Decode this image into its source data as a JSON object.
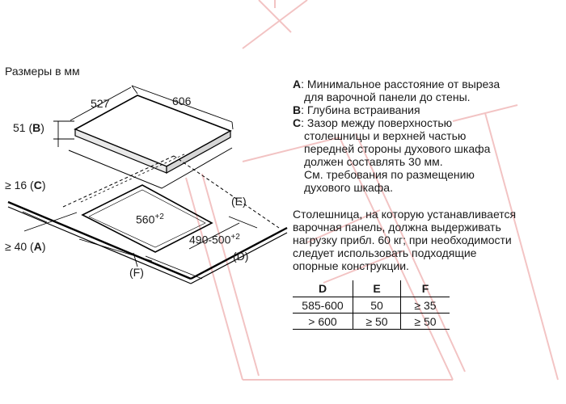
{
  "watermark_color": "#f0b5b5",
  "units_label": "Размеры в мм",
  "dims": {
    "width": "606",
    "depth": "527",
    "thickness_label": "51 (",
    "thickness_letter": "B",
    "thickness_close": ")",
    "gap_c_label": "≥ 16 (",
    "gap_c_letter": "C",
    "gap_c_close": ")",
    "gap_a_label": "≥ 40 (",
    "gap_a_letter": "A",
    "gap_a_close": ")",
    "cutout_width_main": "560",
    "cutout_width_sup": "+2",
    "cutout_depth_main": "490-500",
    "cutout_depth_sup": "+2",
    "e_label": "(E)",
    "f_label": "(F)",
    "d_label": "(D)"
  },
  "legend": [
    {
      "key": "A",
      "lines": [
        "Минимальное расстояние от выреза",
        "для варочной панели до стены."
      ]
    },
    {
      "key": "B",
      "lines": [
        "Глубина встраивания"
      ]
    },
    {
      "key": "C",
      "lines": [
        "Зазор между поверхностью",
        "столешницы и верхней частью",
        "передней стороны духового шкафа",
        "должен составлять 30 мм.",
        "См. требования по размещению",
        "духового шкафа."
      ]
    }
  ],
  "paragraph": [
    "Столешница, на которую устанавливается",
    "варочная панель, должна выдерживать",
    "нагрузку прибл. 60 кг; при необходимости",
    "следует использовать подходящие",
    "опорные конструкции."
  ],
  "table": {
    "headers": [
      "D",
      "E",
      "F"
    ],
    "rows": [
      [
        "585-600",
        "50",
        "≥ 35"
      ],
      [
        "> 600",
        "≥ 50",
        "≥ 50"
      ]
    ]
  }
}
